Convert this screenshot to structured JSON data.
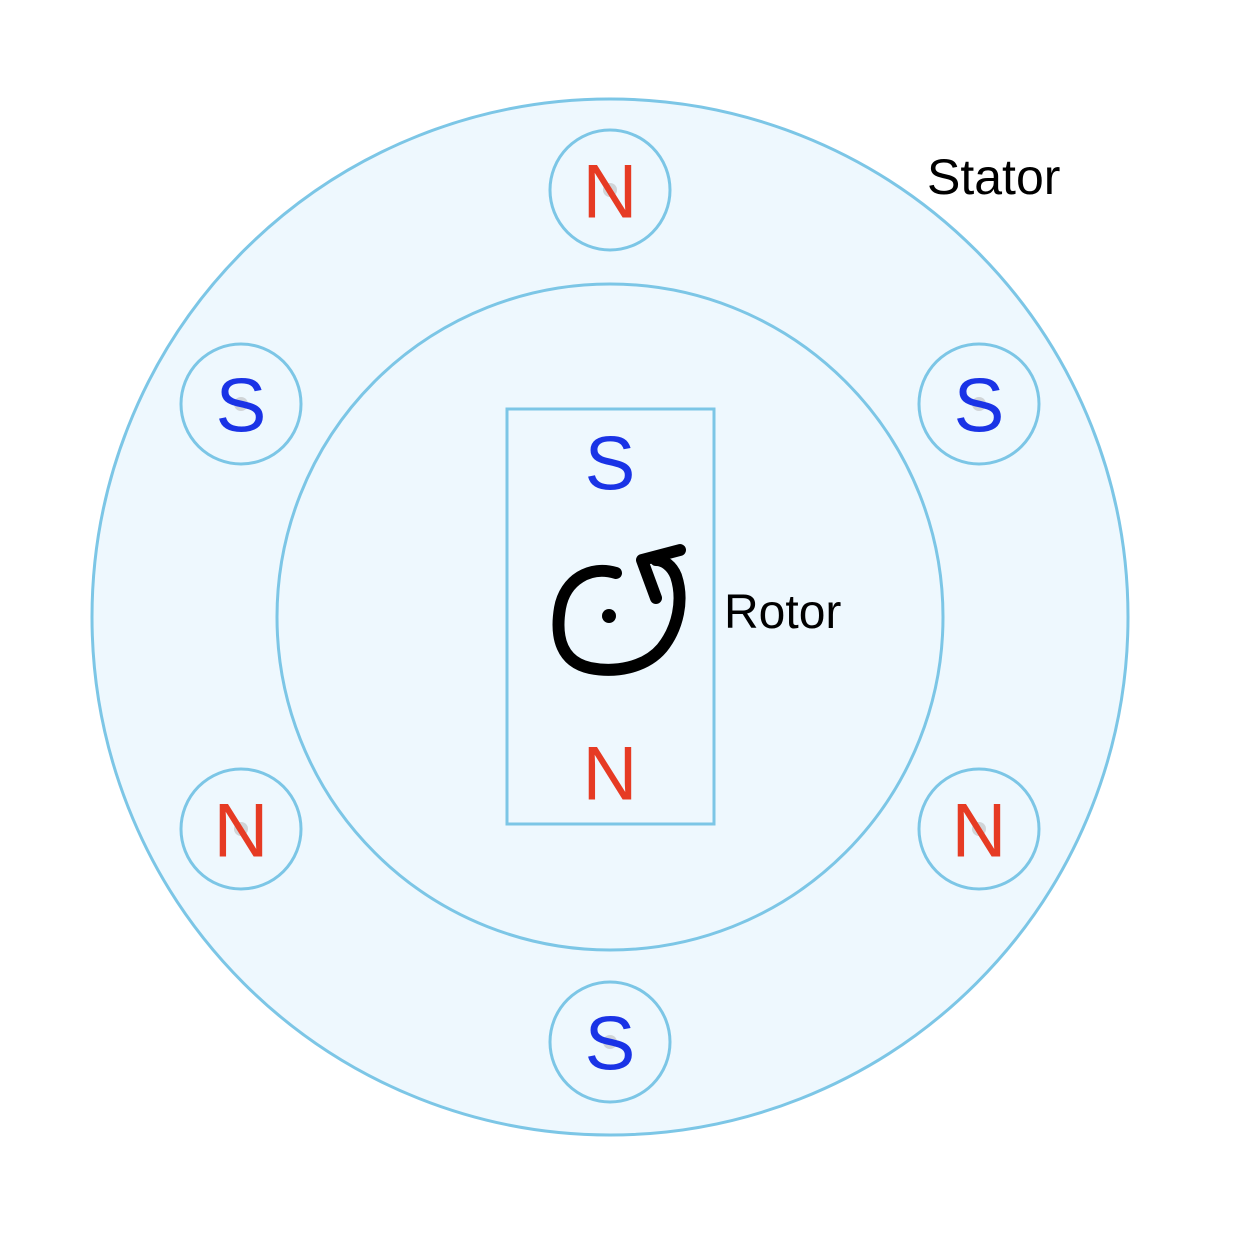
{
  "colors": {
    "ring_stroke": "#7cc6e6",
    "ring_fill": "#eef8fe",
    "north": "#e63b24",
    "south": "#1a33e6",
    "ink": "#000000"
  },
  "labels": {
    "stator": "Stator",
    "rotor": "Rotor"
  },
  "stator_poles": {
    "top": "N",
    "upper_left": "S",
    "upper_right": "S",
    "lower_left": "N",
    "lower_right": "N",
    "bottom": "S"
  },
  "rotor_poles": {
    "top": "S",
    "bottom": "N"
  },
  "icons": {
    "rotation": "counterclockwise-rotation-arrow-icon",
    "axle": "axle-dot-icon"
  }
}
